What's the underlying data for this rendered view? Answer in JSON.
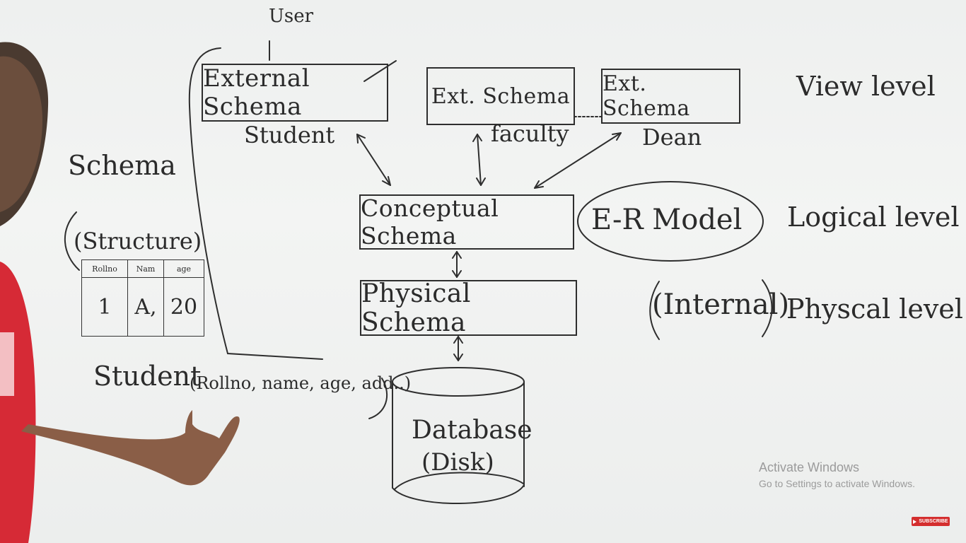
{
  "diagram": {
    "user_label": "User",
    "schema_label": "Schema",
    "structure_label": "(Structure)",
    "table": {
      "headers": [
        "Rollno",
        "Nam",
        "age"
      ],
      "row": [
        "1",
        "A,",
        "20"
      ]
    },
    "student_def": "Student",
    "student_attrs": "(Rollno, name, age, add..)",
    "external_schema": "External Schema",
    "ext_schema_2": "Ext. Schema",
    "ext_schema_3": "Ext. Schema",
    "student_label": "Student",
    "faculty_label": "faculty",
    "dean_label": "Dean",
    "conceptual_schema": "Conceptual Schema",
    "er_model": "E-R Model",
    "physical_schema": "Physical Schema",
    "internal_label": "(Internal)",
    "database_label": "Database",
    "disk_label": "(Disk)",
    "view_level": "View level",
    "logical_level": "Logical level",
    "physical_level": "Physcal level"
  },
  "watermark": {
    "title": "Activate Windows",
    "subtitle": "Go to Settings to activate Windows."
  },
  "subscribe_label": "SUBSCRIBE"
}
